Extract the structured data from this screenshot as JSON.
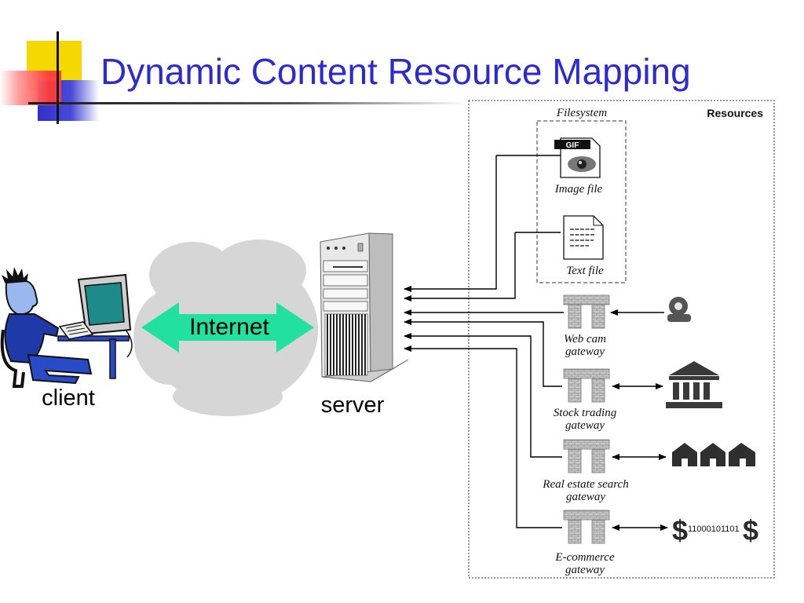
{
  "slide": {
    "title": "Dynamic Content Resource Mapping"
  },
  "diagram": {
    "client_label": "client",
    "internet_label": "Internet",
    "server_label": "server",
    "resources_label": "Resources",
    "filesystem_label": "Filesystem",
    "gif_badge": "GIF",
    "image_file_label": "Image file",
    "text_file_label": "Text file",
    "webcam_gateway_label": [
      "Web cam",
      "gateway"
    ],
    "stock_gateway_label": [
      "Stock trading",
      "gateway"
    ],
    "realestate_gateway_label": [
      "Real estate search",
      "gateway"
    ],
    "ecommerce_gateway_label": [
      "E-commerce",
      "gateway"
    ],
    "ecommerce_binary": "11000101101",
    "dollar_sign": "$"
  },
  "colors": {
    "title": "#2b2bd0",
    "internet_arrow": "#22e0a0",
    "cloud": "#d6d6d6",
    "deco_yellow": "#f5d800",
    "deco_red": "#ff4d4d",
    "deco_blue": "#3333cc"
  },
  "icons": [
    "person-at-computer-icon",
    "cloud-icon",
    "double-arrow-icon",
    "server-tower-icon",
    "image-file-icon",
    "text-file-icon",
    "gateway-icon",
    "webcam-icon",
    "bank-icon",
    "houses-icon",
    "dollar-icon"
  ]
}
